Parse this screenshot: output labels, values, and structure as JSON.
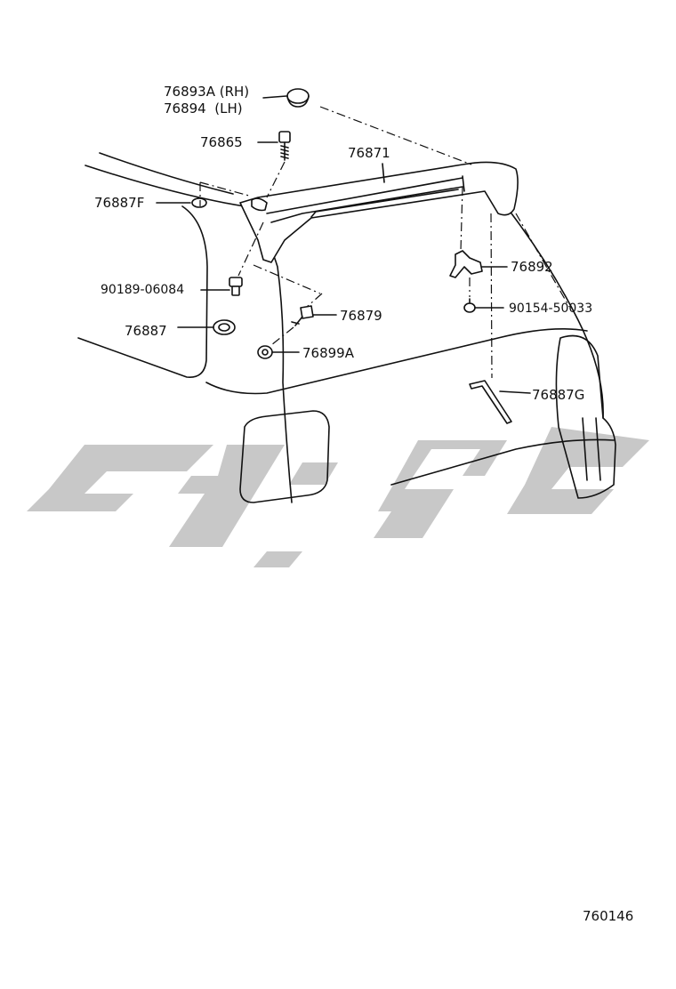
{
  "colors": {
    "ink": "#111111",
    "watermark": "#c8c8c8",
    "background": "#ffffff"
  },
  "labels": {
    "cap_rh": "76893A (RH)",
    "cap_lh": "76894  (LH)",
    "bolt_76865": "76865",
    "spoiler_76871": "76871",
    "plug_76887f": "76887F",
    "screw_90189": "90189-06084",
    "grommet_76887": "76887",
    "stud_76879": "76879",
    "nut_76899a": "76899A",
    "bracket_76892": "76892",
    "screw_90154": "90154-50033",
    "hose_76887g": "76887G"
  },
  "diagram_code": "760146",
  "watermark": {
    "description_icon": "persian-text-watermark-icon"
  }
}
